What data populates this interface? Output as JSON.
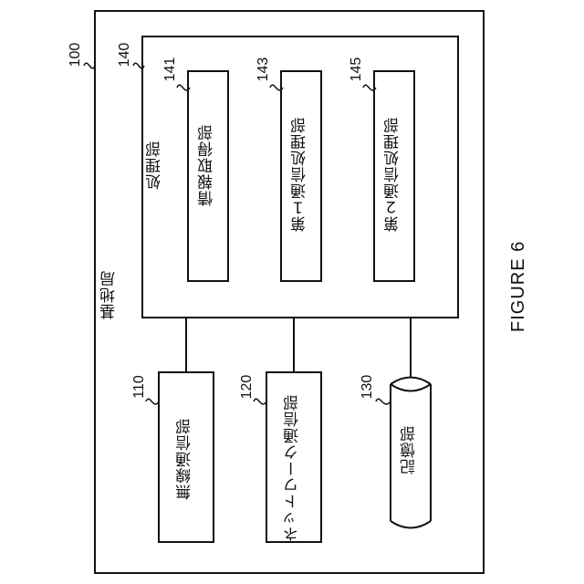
{
  "figure": {
    "label": "FIGURE 6"
  },
  "base_station": {
    "ref": "100",
    "label": "基地局"
  },
  "processing_unit": {
    "ref": "140",
    "label": "処理部"
  },
  "info_acquisition_unit": {
    "ref": "141",
    "label": "情報取得部"
  },
  "first_comm_processing_unit": {
    "ref": "143",
    "label": "第１通信処理部"
  },
  "second_comm_processing_unit": {
    "ref": "145",
    "label": "第２通信処理部"
  },
  "wireless_comm_unit": {
    "ref": "110",
    "label": "無線通信部"
  },
  "network_comm_unit": {
    "ref": "120",
    "label": "ネットワーク通信部"
  },
  "storage_unit": {
    "ref": "130",
    "label": "記憶部"
  }
}
